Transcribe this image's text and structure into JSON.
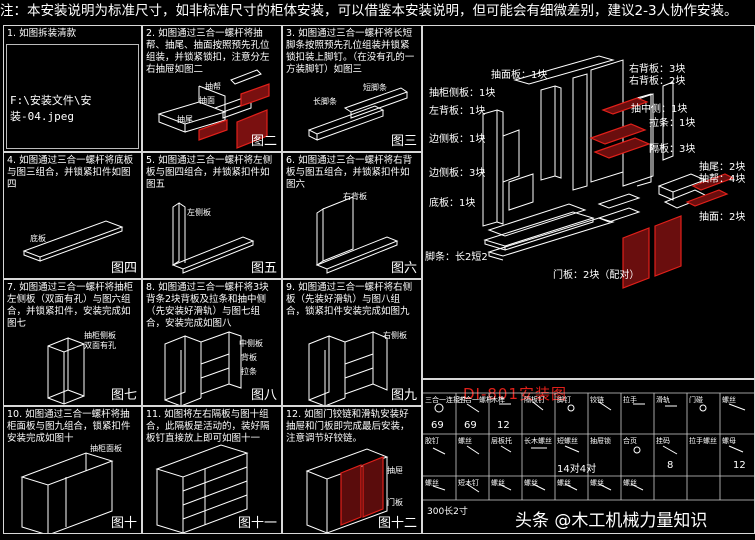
{
  "note": "注：本安装说明为标准尺寸，如非标准尺寸的柜体安装，可以借鉴本安装说明，但可能会有细微差别，建议2-3人协作安装。",
  "steps": [
    {
      "text": "1. 如图拆装清款",
      "fig": ""
    },
    {
      "text": "2. 如图通过三合一螺杆将抽帮、抽尾、抽面按照预先孔位组装，并锁紧锁扣，注意分左右抽屉如图二",
      "fig": "图二"
    },
    {
      "text": "3. 如图通过三合一螺杆将长短脚条按照预先孔位组装并锁紧锁扣装上脚钉。（在没有孔的一方装脚钉）如图三",
      "fig": "图三"
    },
    {
      "text": "4. 如图通过三合一螺杆将底板与图三组合，并锁紧扣件如图四",
      "fig": "图四"
    },
    {
      "text": "5. 如图通过三合一螺杆将左侧板与图四组合，并锁紧扣件如图五",
      "fig": "图五"
    },
    {
      "text": "6. 如图通过三合一螺杆将右背板与图五组合，并锁紧扣件如图六",
      "fig": "图六"
    },
    {
      "text": "7. 如图通过三合一螺杆将抽柜左侧板（双面有孔）与图六组合，并锁紧扣件，安装完成如图七",
      "fig": "图七"
    },
    {
      "text": "8. 如图通过三合一螺杆将3块背条2块背板及拉条和抽中侧（先安装好滑轨）与图七组合，安装完成如图八",
      "fig": "图八"
    },
    {
      "text": "9. 如图通过三合一螺杆将右侧板（先装好滑轨）与图八组合，锁紧扣件安装完成如图九",
      "fig": "图九"
    },
    {
      "text": "10. 如图通过三合一螺杆将抽柜面板与图九组合，锁紧扣件安装完成如图十",
      "fig": "图十"
    },
    {
      "text": "11. 如图将左右隔板与图十组合，此隔板是活动的，装好隔板钉直接放上即可如图十一",
      "fig": "图十一"
    },
    {
      "text": "12. 如图门铰链和滑轨安装好抽屉和门板即完成最后安装，注意调节好铰链。",
      "fig": "图十二"
    }
  ],
  "path_text": "F:\\安装文件\\安装-04.jpeg",
  "fig_labels": {
    "p2": [
      "抽面",
      "抽尾",
      "抽帮"
    ],
    "p3": [
      "长脚条",
      "短脚条"
    ],
    "p4": [
      "底板"
    ],
    "p5": [
      "左侧板"
    ],
    "p6": [
      "右背板"
    ],
    "p7": [
      "抽柜侧板",
      "双面有孔"
    ],
    "p8": [
      "中侧板",
      "背板",
      "拉条"
    ],
    "p9": [
      "右侧板"
    ],
    "p10": [
      "抽柜面板"
    ],
    "p12": [
      "抽屉",
      "门板"
    ]
  },
  "exploded_labels": [
    "抽面板：1块",
    "右背板：3块",
    "右背板：2块",
    "抽柜侧板：1块",
    "左背板：1块",
    "抽中侧：1块",
    "拉条：1块",
    "边侧板：1块",
    "隔板：3块",
    "边侧板：3块",
    "抽尾：2块",
    "抽帮：4块",
    "底板：1块",
    "抽面：2块",
    "脚条：长2短2",
    "门板：2块（配对）"
  ],
  "parts": {
    "title": "DI-801安装图",
    "row1_labels": [
      "三合一连接件",
      "三合一螺杆",
      "木榫",
      "隔板钉",
      "脚钉",
      "铰链",
      "拉手",
      "滑轨",
      "门碰",
      "螺丝"
    ],
    "row1_qty": [
      "69",
      "69",
      "12",
      "",
      "",
      "",
      "",
      "",
      "",
      ""
    ],
    "row2_labels": [
      "胶钉",
      "螺丝",
      "层板托",
      "长木螺丝",
      "短螺丝",
      "抽屉锁",
      "合页",
      "挂码",
      "拉手螺丝",
      "螺母"
    ],
    "row2_qty": [
      "",
      "",
      "",
      "",
      "14对4对",
      "",
      "",
      "8",
      "",
      "12"
    ],
    "row3_labels": [
      "螺丝",
      "短木钉",
      "螺丝",
      "螺丝",
      "螺丝",
      "螺丝",
      "螺丝"
    ],
    "footer": "300长2寸"
  },
  "watermark": "头条 @木工机械力量知识",
  "colors": {
    "background": "#000000",
    "line": "#ffffff",
    "highlight": "#e0201a"
  }
}
